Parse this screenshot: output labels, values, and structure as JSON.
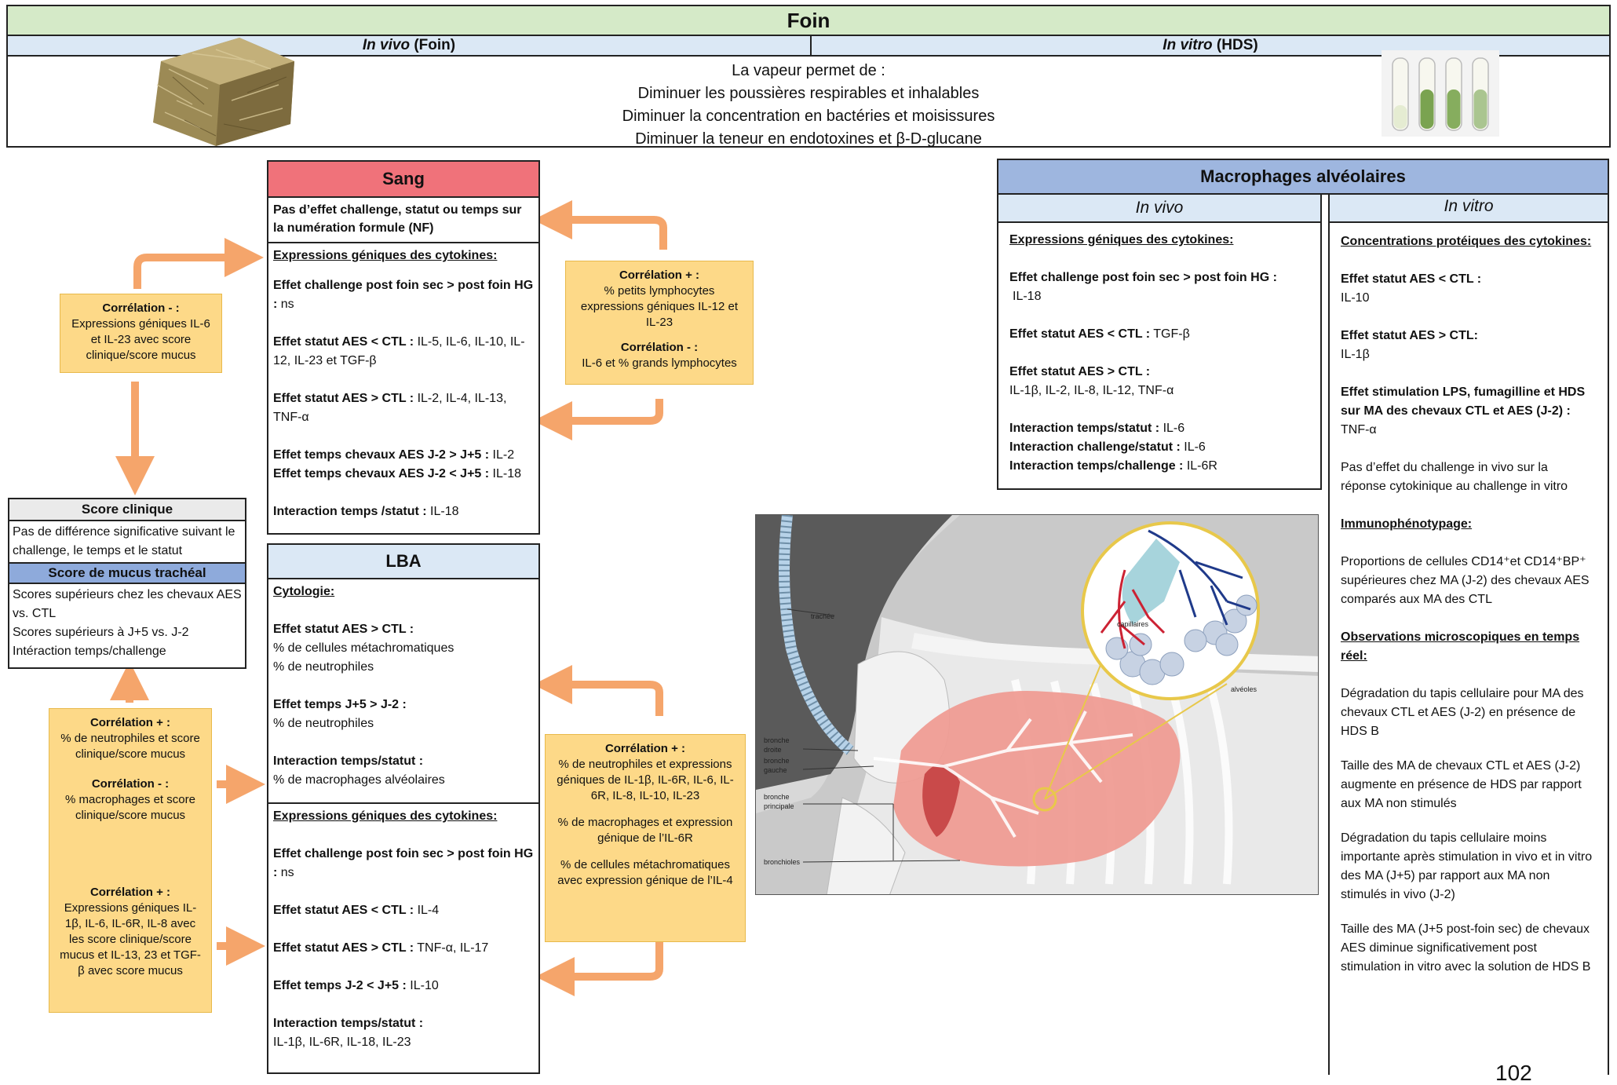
{
  "header": {
    "title": "Foin",
    "invivo_label_em": "In vivo",
    "invivo_label_rest": " (Foin)",
    "invitro_label_em": "In vitro",
    "invitro_label_rest": " (HDS)",
    "vapeur_lines": [
      "La vapeur permet de :",
      "Diminuer les poussières respirables et inhalables",
      "Diminuer la concentration en bactéries et moisissures",
      "Diminuer la teneur en endotoxines et β-D-glucane"
    ]
  },
  "sang": {
    "title": "Sang",
    "nf_text": "Pas d’effet challenge, statut ou temps sur la numération formule (NF)",
    "expr_title": "Expressions géniques des cytokines:",
    "entries": [
      {
        "b": "Effet challenge post foin sec > post foin HG :",
        "t": " ns"
      },
      {
        "b": "Effet statut AES < CTL :",
        "t": " IL-5, IL-6, IL-10, IL-12, IL-23 et TGF-β"
      },
      {
        "b": "Effet statut AES > CTL :",
        "t": " IL-2, IL-4, IL-13, TNF-α"
      },
      {
        "b": "Effet temps chevaux AES J-2 > J+5 :",
        "t": "  IL-2"
      },
      {
        "b": "Effet temps chevaux AES J-2 < J+5 :",
        "t": " IL-18"
      },
      {
        "b": "Interaction temps /statut :",
        "t": " IL-18"
      }
    ]
  },
  "lba": {
    "title": "LBA",
    "cyto_title": "Cytologie:",
    "cyto_entries": [
      {
        "b": "Effet statut AES > CTL :",
        "lines": [
          "% de cellules métachromatiques",
          "% de neutrophiles"
        ]
      },
      {
        "b": "Effet temps J+5 > J-2 :",
        "lines": [
          "% de neutrophiles"
        ]
      },
      {
        "b": "Interaction temps/statut :",
        "lines": [
          "% de macrophages alvéolaires"
        ]
      }
    ],
    "expr_title": "Expressions géniques des cytokines:",
    "expr_entries": [
      {
        "b": "Effet challenge post foin sec > post foin HG :",
        "t": " ns"
      },
      {
        "b": "Effet statut AES < CTL :",
        "t": " IL-4"
      },
      {
        "b": "Effet statut AES > CTL :",
        "t": " TNF-α, IL-17"
      },
      {
        "b": "Effet temps J-2 < J+5 :",
        "t": " IL-10"
      },
      {
        "b": "Interaction temps/statut :",
        "t": " IL-1β, IL-6R, IL-18, IL-23"
      }
    ]
  },
  "score": {
    "clin_title": "Score clinique",
    "clin_text": "Pas de différence significative suivant le challenge, le temps et le statut",
    "mucus_title": "Score de mucus trachéal",
    "mucus_lines": [
      "Scores supérieurs chez les chevaux AES vs. CTL",
      "Scores supérieurs à J+5 vs. J-2",
      "Intéraction temps/challenge"
    ]
  },
  "corr": {
    "left_top": {
      "title": "Corrélation - :",
      "text": "Expressions géniques IL-6 et IL-23 avec score clinique/score mucus"
    },
    "sang_right": [
      {
        "title": "Corrélation + :",
        "text": "% petits lymphocytes expressions géniques IL-12 et IL-23"
      },
      {
        "title": "Corrélation - :",
        "text": "IL-6 et % grands lymphocytes"
      }
    ],
    "left_bottom": [
      {
        "title": "Corrélation + :",
        "text": "% de neutrophiles et score clinique/score mucus"
      },
      {
        "title": "Corrélation - :",
        "text": "% macrophages et score clinique/score mucus"
      },
      {
        "title": "Corrélation + :",
        "text": "Expressions géniques IL-1β, IL-6, IL-6R, IL-8 avec les score clinique/score mucus  et IL-13, 23 et TGF-β avec score mucus"
      }
    ],
    "lba_right": [
      {
        "title": "Corrélation + :",
        "text": "% de neutrophiles et expressions géniques de IL-1β, IL-6R, IL-6, IL-6R, IL-8, IL-10,  IL-23"
      },
      {
        "title": "",
        "text": "% de macrophages et expression génique de l’IL-6R"
      },
      {
        "title": "",
        "text": "% de cellules métachromatiques avec expression génique de l’IL-4"
      }
    ]
  },
  "macro": {
    "title": "Macrophages alvéolaires",
    "invivo_title": "In vivo",
    "invitro_title": "In vitro",
    "invivo": {
      "expr_title": "Expressions géniques des cytokines:",
      "entries": [
        {
          "b": "Effet challenge post foin sec > post foin HG :",
          "t": "IL-18"
        },
        {
          "b": "Effet statut AES < CTL :",
          "t": "TGF-β"
        },
        {
          "b": "Effet statut AES > CTL :",
          "t": "IL-1β, IL-2, IL-8, IL-12, TNF-α"
        }
      ],
      "interactions": [
        {
          "b": "Interaction temps/statut :",
          "t": " IL-6"
        },
        {
          "b": "Interaction challenge/statut :",
          "t": " IL-6"
        },
        {
          "b": "Interaction temps/challenge :",
          "t": " IL-6R"
        }
      ]
    },
    "invitro": {
      "conc_title": "Concentrations protéiques des cytokines:",
      "entries": [
        {
          "b": "Effet statut AES < CTL :",
          "t": "IL-10"
        },
        {
          "b": "Effet statut AES > CTL:",
          "t": "IL-1β"
        },
        {
          "b": "Effet stimulation LPS, fumagilline et HDS sur MA des chevaux CTL et AES (J-2) :",
          "t": " TNF-α"
        }
      ],
      "pas_effet": "Pas d’effet du challenge in vivo sur la réponse cytokinique au challenge in vitro",
      "immuno_title": "Immunophénotypage:",
      "immuno_text": "Proportions de cellules CD14⁺et CD14⁺BP⁺ supérieures chez MA (J-2) des chevaux AES comparés aux MA des CTL",
      "obs_title": "Observations microscopiques en temps réel:",
      "obs_paras": [
        "Dégradation du tapis cellulaire pour MA des chevaux CTL et AES (J-2) en présence de HDS B",
        "Taille des MA de chevaux CTL et AES (J-2) augmente en présence de HDS par rapport aux MA non stimulés",
        "Dégradation du tapis cellulaire moins importante après stimulation in vivo et in vitro des MA (J+5) par rapport aux MA non stimulés in vivo (J-2)",
        "Taille des MA (J+5 post-foin sec) de chevaux AES diminue significativement post stimulation in vitro avec la solution de HDS B"
      ]
    }
  },
  "anatomy": {
    "labels": {
      "trachee": "trachée",
      "capillaires": "capillaires",
      "alveoles": "alvéoles",
      "bronche_droite": [
        "bronche",
        "droite"
      ],
      "bronche_gauche": [
        "bronche",
        "gauche"
      ],
      "bronche_principale": [
        "bronche",
        "principale"
      ],
      "bronchioles": "bronchioles"
    }
  },
  "page_number": "102",
  "colors": {
    "title_green": "#d5eac8",
    "light_blue": "#dbe8f5",
    "sang_red": "#f0727a",
    "macro_blue": "#9eb6df",
    "score_blue": "#8eaadb",
    "orange_box": "#fdd988",
    "arrow_orange": "#f5a56b"
  }
}
